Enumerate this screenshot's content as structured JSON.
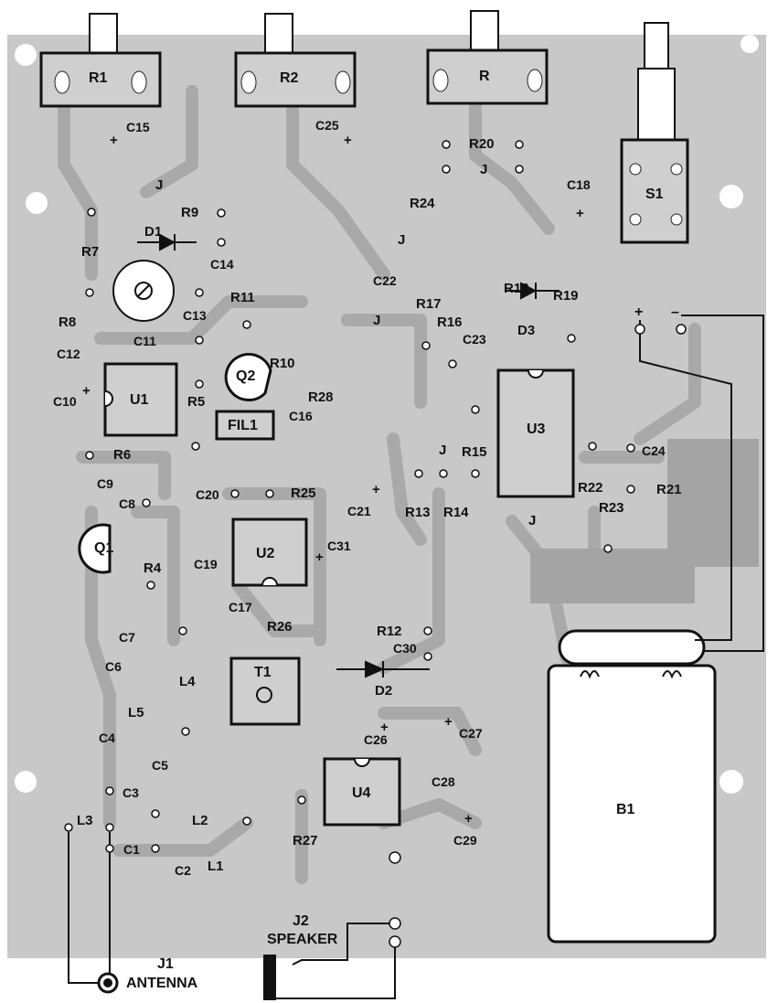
{
  "components": {
    "R1": "R1",
    "R2": "R2",
    "R3": "R",
    "R7": "R7",
    "R8": "R8",
    "R9": "R9",
    "R10": "R10",
    "R11": "R11",
    "R4": "R4",
    "R5": "R5",
    "R6": "R6",
    "R12": "R12",
    "R13": "R13",
    "R14": "R14",
    "R15": "R15",
    "R16": "R16",
    "R17": "R17",
    "R18": "R18",
    "R19": "R19",
    "R20": "R20",
    "R21": "R21",
    "R22": "R22",
    "R23": "R23",
    "R24": "R24",
    "R25": "R25",
    "R26": "R26",
    "R27": "R27",
    "R28": "R28",
    "C1": "C1",
    "C2": "C2",
    "C3": "C3",
    "C4": "C4",
    "C5": "C5",
    "C6": "C6",
    "C7": "C7",
    "C8": "C8",
    "C9": "C9",
    "C10": "C10",
    "C11": "C11",
    "C12": "C12",
    "C13": "C13",
    "C14": "C14",
    "C15": "C15",
    "C16": "C16",
    "C17": "C17",
    "C18": "C18",
    "C19": "C19",
    "C20": "C20",
    "C21": "C21",
    "C22": "C22",
    "C23": "C23",
    "C24": "C24",
    "C25": "C25",
    "C26": "C26",
    "C27": "C27",
    "C28": "C28",
    "C29": "C29",
    "C30": "C30",
    "C31": "C31",
    "U1": "U1",
    "U2": "U2",
    "U3": "U3",
    "U4": "U4",
    "Q1": "Q1",
    "Q2": "Q2",
    "D1": "D1",
    "D2": "D2",
    "D3": "D3",
    "L1": "L1",
    "L2": "L2",
    "L3": "L3",
    "L4": "L4",
    "L5": "L5",
    "T1": "T1",
    "S1": "S1",
    "B1": "B1",
    "FIL1": "FIL1",
    "J": "J"
  },
  "connectors": {
    "J1": "J1",
    "J1_name": "ANTENNA",
    "J2": "J2",
    "J2_name": "SPEAKER"
  },
  "polarity": {
    "plus": "+",
    "minus": "–"
  },
  "colors": {
    "board": "#c8c8c8",
    "trace": "#b4b4b4",
    "ink": "#111111",
    "background": "#ffffff"
  }
}
